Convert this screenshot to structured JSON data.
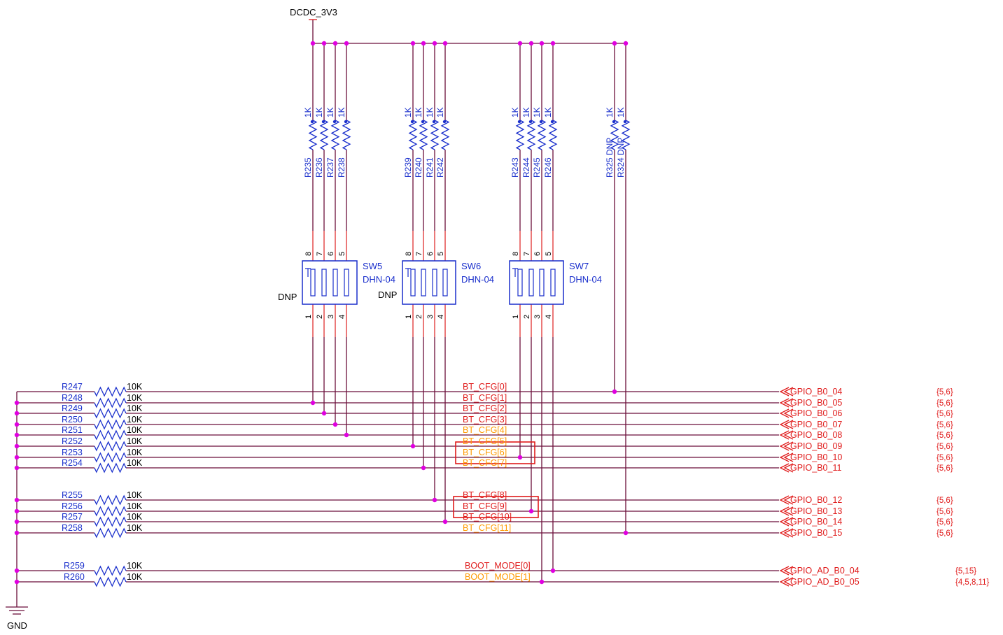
{
  "colors": {
    "wire": "#6b0f3a",
    "junction": "#e000e0",
    "component": "#1a2fcc",
    "pin": "#e03030",
    "net_red": "#e01b1b",
    "net_orange": "#ff9900",
    "highlight": "#e01b1b",
    "ground": "#6b0f3a"
  },
  "power": {
    "label": "DCDC_3V3"
  },
  "ground": {
    "label": "GND"
  },
  "pullups": [
    {
      "ref": "R235",
      "value": "1K",
      "dnp": ""
    },
    {
      "ref": "R236",
      "value": "1K",
      "dnp": ""
    },
    {
      "ref": "R237",
      "value": "1K",
      "dnp": ""
    },
    {
      "ref": "R238",
      "value": "1K",
      "dnp": ""
    },
    {
      "ref": "R239",
      "value": "1K",
      "dnp": ""
    },
    {
      "ref": "R240",
      "value": "1K",
      "dnp": ""
    },
    {
      "ref": "R241",
      "value": "1K",
      "dnp": ""
    },
    {
      "ref": "R242",
      "value": "1K",
      "dnp": ""
    },
    {
      "ref": "R243",
      "value": "1K",
      "dnp": ""
    },
    {
      "ref": "R244",
      "value": "1K",
      "dnp": ""
    },
    {
      "ref": "R245",
      "value": "1K",
      "dnp": ""
    },
    {
      "ref": "R246",
      "value": "1K",
      "dnp": ""
    },
    {
      "ref": "R325",
      "value": "1K",
      "dnp": "DNP"
    },
    {
      "ref": "R324",
      "value": "1K",
      "dnp": "DNP"
    }
  ],
  "switches": [
    {
      "ref": "SW5",
      "part": "DHN-04",
      "dnp": "DNP",
      "top_pins": [
        "8",
        "7",
        "6",
        "5"
      ],
      "bottom_pins": [
        "1",
        "2",
        "3",
        "4"
      ]
    },
    {
      "ref": "SW6",
      "part": "DHN-04",
      "dnp": "DNP",
      "top_pins": [
        "8",
        "7",
        "6",
        "5"
      ],
      "bottom_pins": [
        "1",
        "2",
        "3",
        "4"
      ]
    },
    {
      "ref": "SW7",
      "part": "DHN-04",
      "dnp": "",
      "top_pins": [
        "8",
        "7",
        "6",
        "5"
      ],
      "bottom_pins": [
        "1",
        "2",
        "3",
        "4"
      ]
    }
  ],
  "rows": [
    {
      "ref": "R247",
      "value": "10K",
      "net": "BT_CFG[0]",
      "net_color": "red",
      "port": "GPIO_B0_04",
      "pages": "{5,6}"
    },
    {
      "ref": "R248",
      "value": "10K",
      "net": "BT_CFG[1]",
      "net_color": "red",
      "port": "GPIO_B0_05",
      "pages": "{5,6}"
    },
    {
      "ref": "R249",
      "value": "10K",
      "net": "BT_CFG[2]",
      "net_color": "red",
      "port": "GPIO_B0_06",
      "pages": "{5,6}"
    },
    {
      "ref": "R250",
      "value": "10K",
      "net": "BT_CFG[3]",
      "net_color": "red",
      "port": "GPIO_B0_07",
      "pages": "{5,6}"
    },
    {
      "ref": "R251",
      "value": "10K",
      "net": "BT_CFG[4]",
      "net_color": "orange",
      "port": "GPIO_B0_08",
      "pages": "{5,6}"
    },
    {
      "ref": "R252",
      "value": "10K",
      "net": "BT_CFG[5]",
      "net_color": "orange",
      "port": "GPIO_B0_09",
      "pages": "{5,6}"
    },
    {
      "ref": "R253",
      "value": "10K",
      "net": "BT_CFG[6]",
      "net_color": "orange",
      "port": "GPIO_B0_10",
      "pages": "{5,6}"
    },
    {
      "ref": "R254",
      "value": "10K",
      "net": "BT_CFG[7]",
      "net_color": "orange",
      "port": "GPIO_B0_11",
      "pages": "{5,6}"
    },
    {
      "ref": "R255",
      "value": "10K",
      "net": "BT_CFG[8]",
      "net_color": "red",
      "port": "GPIO_B0_12",
      "pages": "{5,6}"
    },
    {
      "ref": "R256",
      "value": "10K",
      "net": "BT_CFG[9]",
      "net_color": "red",
      "port": "GPIO_B0_13",
      "pages": "{5,6}"
    },
    {
      "ref": "R257",
      "value": "10K",
      "net": "BT_CFG[10]",
      "net_color": "red",
      "port": "GPIO_B0_14",
      "pages": "{5,6}"
    },
    {
      "ref": "R258",
      "value": "10K",
      "net": "BT_CFG[11]",
      "net_color": "orange",
      "port": "GPIO_B0_15",
      "pages": "{5,6}"
    },
    {
      "ref": "R259",
      "value": "10K",
      "net": "BOOT_MODE[0]",
      "net_color": "red",
      "port": "GPIO_AD_B0_04",
      "pages": "{5,15}"
    },
    {
      "ref": "R260",
      "value": "10K",
      "net": "BOOT_MODE[1]",
      "net_color": "orange",
      "port": "GPIO_AD_B0_05",
      "pages": "{4,5,8,11}"
    }
  ],
  "highlights": [
    {
      "net": "BT_CFG[6]"
    },
    {
      "net": "BT_CFG[9]"
    }
  ]
}
